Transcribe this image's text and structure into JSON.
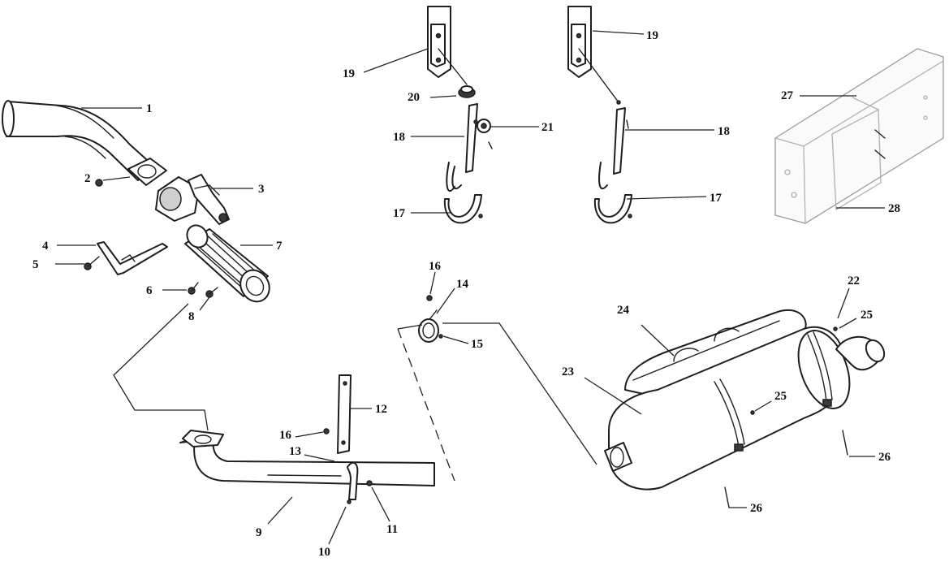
{
  "callouts": {
    "c1": "1",
    "c2": "2",
    "c3": "3",
    "c4": "4",
    "c5": "5",
    "c6": "6",
    "c7": "7",
    "c8": "8",
    "c9": "9",
    "c10": "10",
    "c11": "11",
    "c12": "12",
    "c13": "13",
    "c14": "14",
    "c15": "15",
    "c16a": "16",
    "c16b": "16",
    "c17a": "17",
    "c17b": "17",
    "c18a": "18",
    "c18b": "18",
    "c19a": "19",
    "c19b": "19",
    "c20": "20",
    "c21": "21",
    "c22": "22",
    "c23": "23",
    "c24": "24",
    "c25a": "25",
    "c25b": "25",
    "c26a": "26",
    "c26b": "26",
    "c27": "27",
    "c28": "28"
  }
}
